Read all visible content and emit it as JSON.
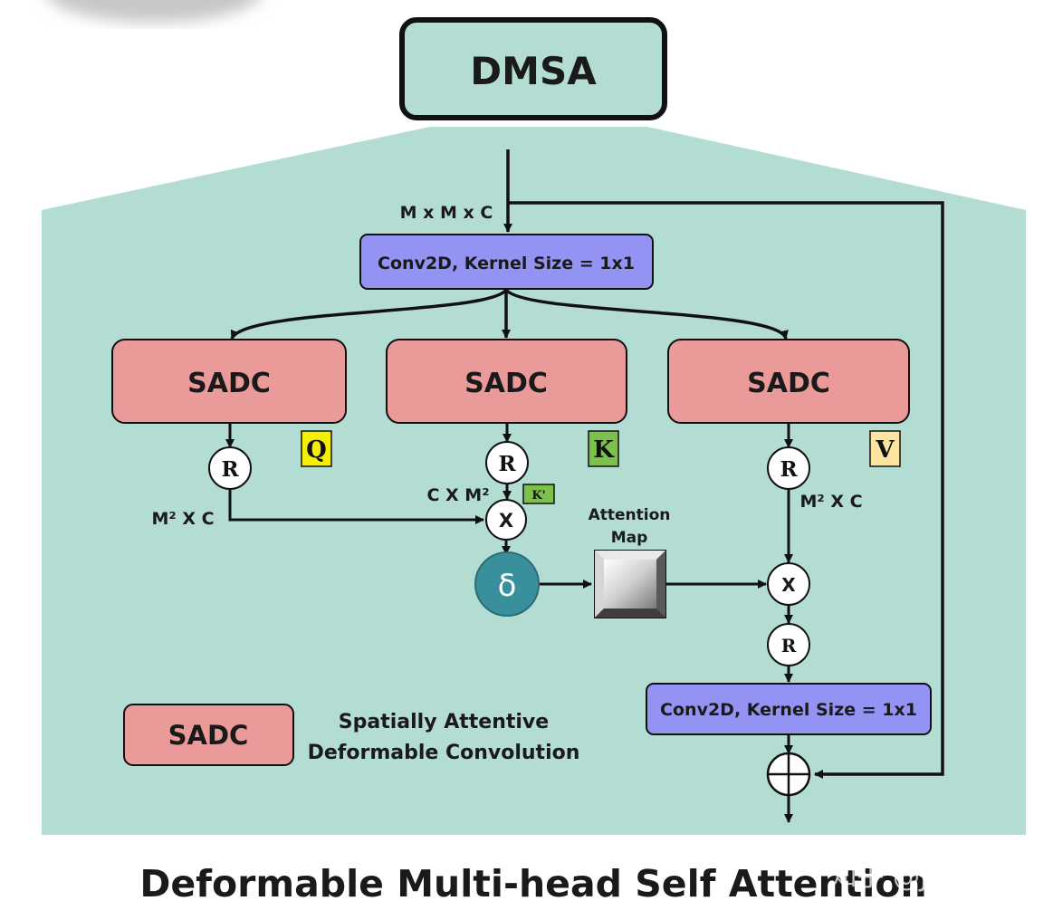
{
  "header": {
    "title": "DMSA"
  },
  "input_dims": "M x M x C",
  "conv_top": "Conv2D, Kernel Size = 1x1",
  "conv_bottom": "Conv2D, Kernel Size = 1x1",
  "heads": [
    {
      "label": "SADC",
      "tag": "Q"
    },
    {
      "label": "SADC",
      "tag": "K"
    },
    {
      "label": "SADC",
      "tag": "V"
    }
  ],
  "nodes": {
    "reshape": "R",
    "multiply": "X",
    "softmax": "δ",
    "k_transpose": "K'"
  },
  "dims": {
    "q": "M² X C",
    "k": "C X M²",
    "v": "M² X C"
  },
  "attention_map": {
    "line1": "Attention",
    "line2": "Map"
  },
  "legend": {
    "box": "SADC",
    "line1": "Spatially Attentive",
    "line2": "Deformable Convolution"
  },
  "caption": "Deformable Multi-head Self Attention",
  "watermark": "知乎 @Joey Lin",
  "colors": {
    "panel": "#b3ddd3",
    "sadc": "#eb9a9a",
    "conv": "#9393f3",
    "q_tag": "#f5f000",
    "k_tag": "#7cc14c",
    "v_tag": "#fde5a0",
    "softmax": "#3a8f9c"
  }
}
